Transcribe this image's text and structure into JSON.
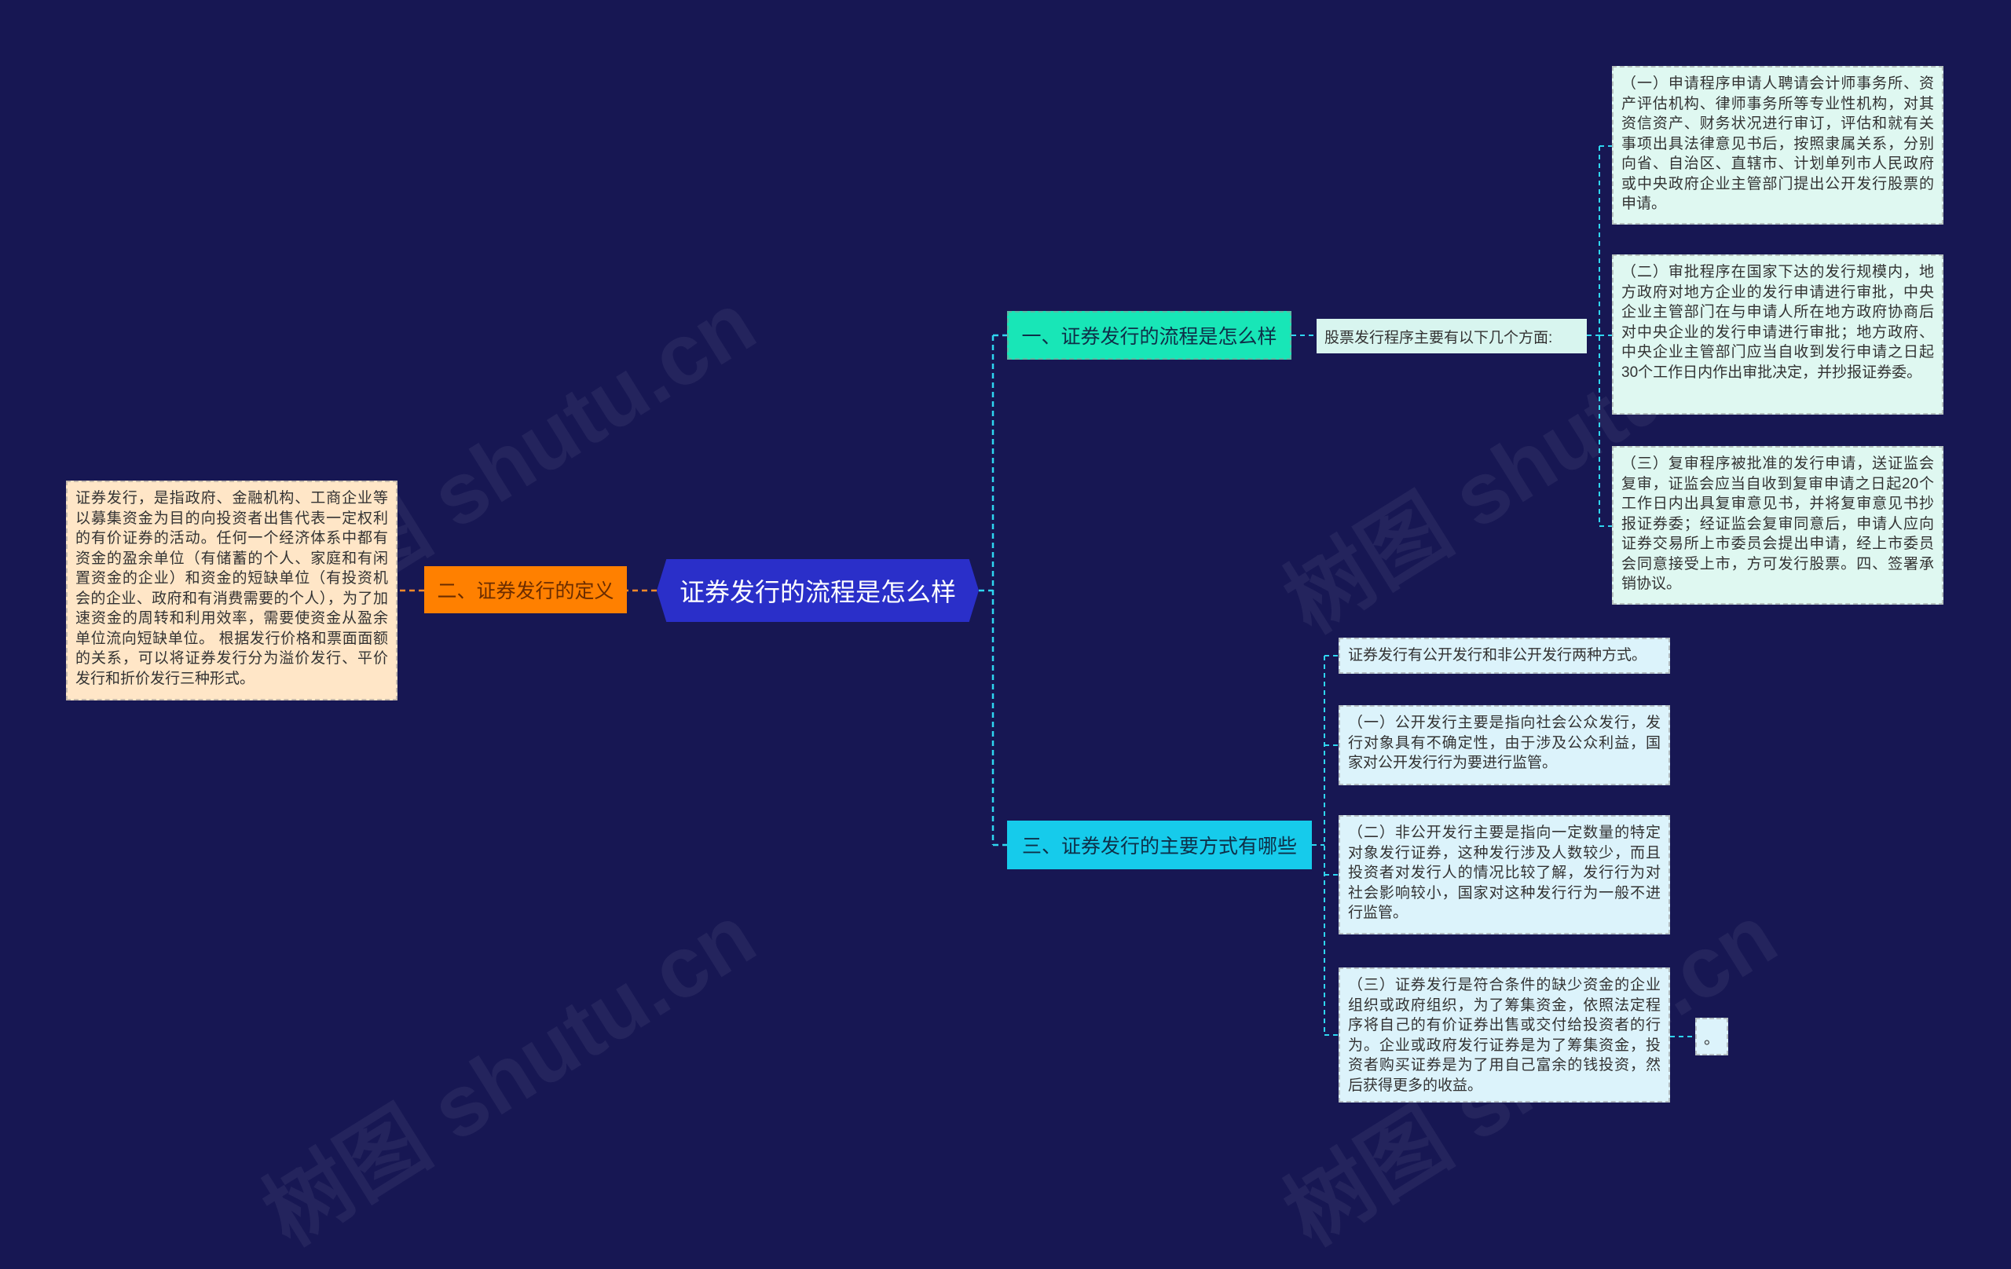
{
  "root": {
    "label": "证券发行的流程是怎么样"
  },
  "branches": {
    "definition": {
      "label": "二、证券发行的定义",
      "leaf": "证券发行，是指政府、金融机构、工商企业等以募集资金为目的向投资者出售代表一定权利的有价证券的活动。任何一个经济体系中都有资金的盈余单位（有储蓄的个人、家庭和有闲置资金的企业）和资金的短缺单位（有投资机会的企业、政府和有消费需要的个人），为了加速资金的周转和利用效率，需要使资金从盈余单位流向短缺单位。 根据发行价格和票面面额的关系，可以将证券发行分为溢价发行、平价发行和折价发行三种形式。"
    },
    "process": {
      "label": "一、证券发行的流程是怎么样",
      "intermediate": "股票发行程序主要有以下几个方面:",
      "leaves": [
        "（一）申请程序申请人聘请会计师事务所、资产评估机构、律师事务所等专业性机构，对其资信资产、财务状况进行审订，评估和就有关事项出具法律意见书后，按照隶属关系，分别向省、自治区、直辖市、计划单列市人民政府或中央政府企业主管部门提出公开发行股票的申请。",
        "（二）审批程序在国家下达的发行规模内，地方政府对地方企业的发行申请进行审批，中央企业主管部门在与申请人所在地方政府协商后对中央企业的发行申请进行审批；地方政府、中央企业主管部门应当自收到发行申请之日起30个工作日内作出审批决定，并抄报证券委。",
        "（三）复审程序被批准的发行申请，送证监会复审，证监会应当自收到复审申请之日起20个工作日内出具复审意见书，并将复审意见书抄报证券委；经证监会复审同意后，申请人应向证券交易所上市委员会提出申请，经上市委员会同意接受上市，方可发行股票。四、签署承销协议。"
      ]
    },
    "methods": {
      "label": "三、证券发行的主要方式有哪些",
      "leaves": [
        "证券发行有公开发行和非公开发行两种方式。",
        "（一）公开发行主要是指向社会公众发行，发行对象具有不确定性，由于涉及公众利益，国家对公开发行行为要进行监管。",
        "（二）非公开发行主要是指向一定数量的特定对象发行证券，这种发行涉及人数较少，而且投资者对发行人的情况比较了解，发行行为对社会影响较小，国家对这种发行行为一般不进行监管。",
        "（三）证券发行是符合条件的缺少资金的企业组织或政府组织，为了筹集资金，依照法定程序将自己的有价证券出售或交付给投资者的行为。企业或政府发行证券是为了筹集资金，投资者购买证券是为了用自己富余的钱投资，然后获得更多的收益。"
      ],
      "sub_leaf": "。"
    }
  },
  "watermark": {
    "text": "树图 shutu.cn"
  },
  "colors": {
    "background": "#171753",
    "root": "#2a2fc9",
    "orange": "#ff8000",
    "green": "#18e6b7",
    "blue": "#16cbeb",
    "connector_left": "#ff8a2a",
    "connector_right": "#2fd6f0"
  }
}
